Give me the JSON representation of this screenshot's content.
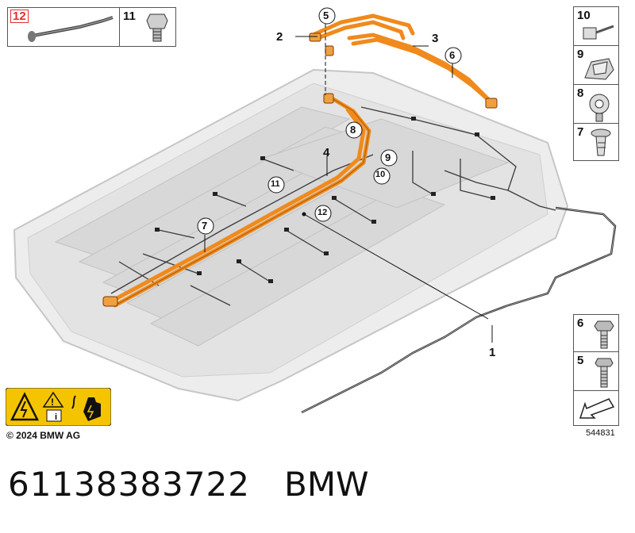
{
  "top_tiles": [
    {
      "num": "12",
      "highlighted": true
    },
    {
      "num": "11",
      "highlighted": false
    }
  ],
  "side_tiles_top": [
    "10",
    "9",
    "8",
    "7"
  ],
  "side_tiles_bottom": [
    "6",
    "5"
  ],
  "callouts": {
    "c1": "1",
    "c2": "2",
    "c3": "3",
    "c4": "4",
    "c5": "5",
    "c6": "6",
    "c7": "7",
    "c8": "8",
    "c9": "9",
    "c10": "10",
    "c11": "11",
    "c12": "12"
  },
  "copyright": "© 2024 BMW AG",
  "image_number": "544831",
  "part_number": "61138383722",
  "brand": "BMW",
  "colors": {
    "harness": "#f08a1c",
    "tray": "#e6e6e6",
    "cable": "#3a3a3a",
    "warning": "#f5c400"
  }
}
